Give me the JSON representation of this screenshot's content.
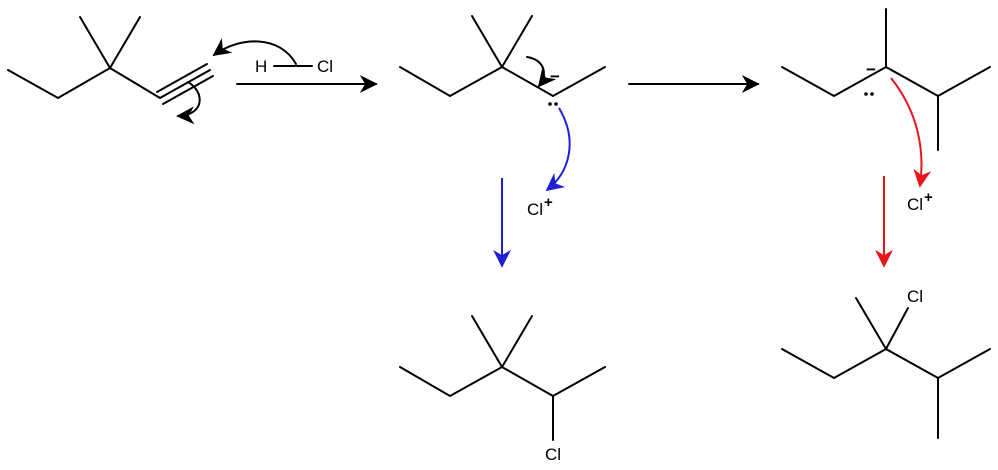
{
  "reagent": {
    "h": "H",
    "cl": "Cl"
  },
  "intermediates": {
    "first_charge": "−",
    "second_charge": "−",
    "electrophile_left": "Cl",
    "electrophile_left_charge": "+",
    "electrophile_right": "Cl",
    "electrophile_right_charge": "+"
  },
  "products": {
    "left_substituent": "Cl",
    "right_substituent": "Cl"
  },
  "colors": {
    "ink": "#000000",
    "blue_path": "#1f1fd6",
    "red_path": "#e8141e"
  }
}
